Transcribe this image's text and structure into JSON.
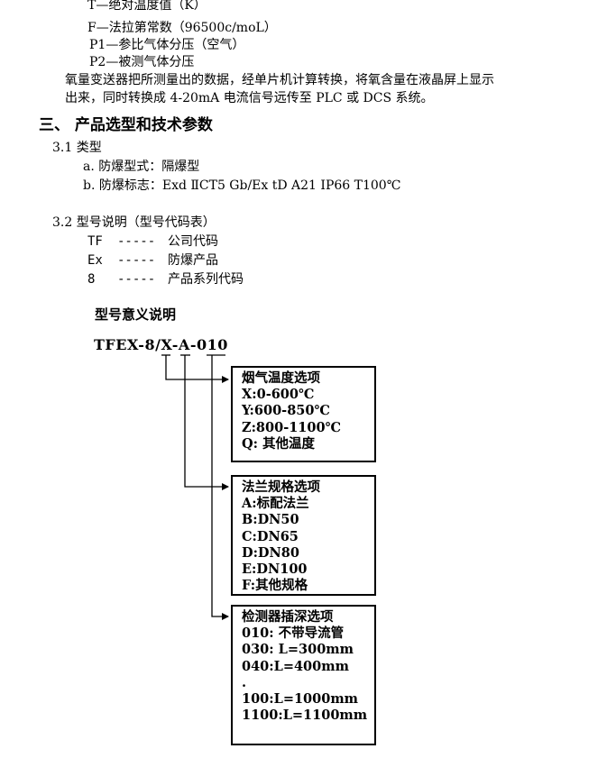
{
  "definitions": [
    "T—绝对温度值（K）",
    "F—法拉第常数（96500c/moL）",
    "P1—参比气体分压（空气）",
    "P2—被测气体分压"
  ],
  "paragraph": {
    "line1": "氧量变送器把所测量出的数据，经单片机计算转换，将氧含量在液晶屏上显示",
    "line2": "出来，同时转换成 4-20mA 电流信号远传至 PLC 或 DCS 系统。"
  },
  "section3": {
    "title": "三、 产品选型和技术参数",
    "s31": {
      "title": "3.1 类型",
      "a": "a. 防爆型式：隔爆型",
      "b": "b. 防爆标志：Exd ⅡCT5 Gb/Ex tD A21 IP66 T100℃"
    },
    "s32": {
      "title": "3.2 型号说明（型号代码表）",
      "rows": [
        {
          "code": "TF",
          "dash": "-----",
          "desc": "公司代码"
        },
        {
          "code": "Ex",
          "dash": "-----",
          "desc": "防爆产品"
        },
        {
          "code": "8",
          "dash": "-----",
          "desc": "产品系列代码"
        }
      ]
    }
  },
  "diagram": {
    "title": "型号意义说明",
    "model": "TFEX-8/X-A-010",
    "boxes": [
      {
        "title": "烟气温度选项",
        "items": [
          "X:0-600℃",
          "Y:600-850℃",
          "Z:800-1100℃",
          "Q: 其他温度"
        ]
      },
      {
        "title": "法兰规格选项",
        "items": [
          "A:标配法兰",
          "B:DN50",
          "C:DN65",
          "D:DN80",
          "E:DN100",
          "F:其他规格"
        ]
      },
      {
        "title": "检测器插深选项",
        "items": [
          "010: 不带导流管",
          "030: L=300mm",
          "040:L=400mm",
          ".",
          "100:L=1000mm",
          "1100:L=1100mm"
        ]
      }
    ]
  }
}
